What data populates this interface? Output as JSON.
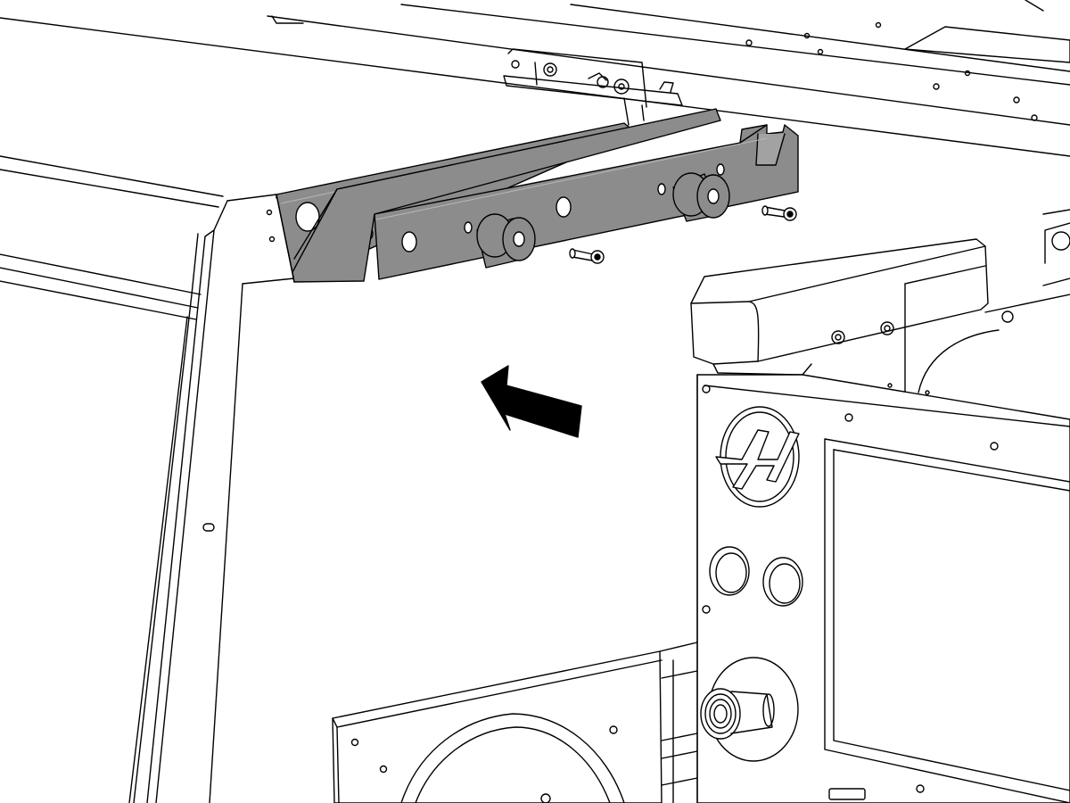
{
  "diagram": {
    "kind": "technical-line-illustration",
    "subject": "machine-enclosure-assembly",
    "colors": {
      "line": "#000000",
      "background": "#ffffff",
      "bracket_fill": "#8c8c8c",
      "bracket_edge": "#6a6a6a",
      "arrow": "#000000"
    },
    "icons": {
      "direction_arrow": "arrow-left-icon",
      "logo_emblem": "brand-emblem-icon",
      "emergency_stop": "emergency-stop-icon"
    },
    "parts": {
      "bracket_count": 2,
      "spacer_count": 2,
      "screw_count": 2,
      "panel_button_count": 2
    }
  }
}
